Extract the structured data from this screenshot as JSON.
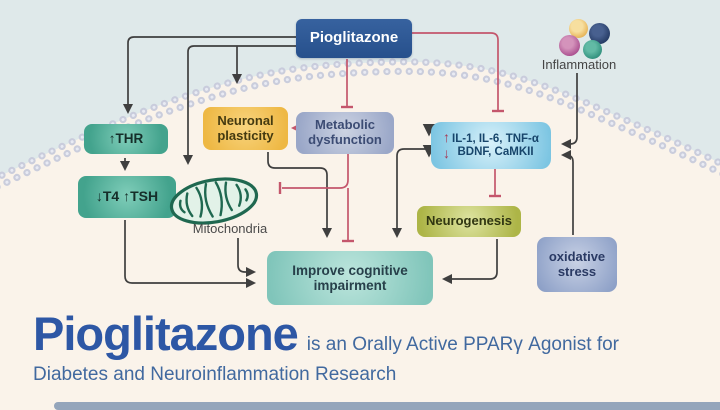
{
  "nodes": {
    "pioglitazone": {
      "label": "Pioglitazone"
    },
    "thr": {
      "label": "↑THR"
    },
    "t4_tsh": {
      "label": "↓T4 ↑TSH"
    },
    "neuronal_plasticity": {
      "line1": "Neuronal",
      "line2": "plasticity"
    },
    "metabolic_dysfunction": {
      "line1": "Metabolic",
      "line2": "dysfunction"
    },
    "cytokines": {
      "up_arrow": "↑",
      "down_arrow": "↓",
      "line1": "IL-1, IL-6, TNF-α",
      "line2": "BDNF, CaMKII"
    },
    "neurogenesis": {
      "label": "Neurogenesis"
    },
    "oxidative_stress": {
      "line1": "oxidative",
      "line2": "stress"
    },
    "improve_cognitive": {
      "line1": "Improve cognitive",
      "line2": "impairment"
    },
    "mitochondria": {
      "label": "Mitochondria"
    },
    "inflammation": {
      "label": "Inflammation"
    }
  },
  "caption": {
    "drug": "Pioglitazone",
    "tagline_inline": "is an Orally Active PPARγ Agonist for",
    "tagline_line2": "Diabetes and Neuroinflammation Research"
  },
  "colors": {
    "background_top": "#dfe9ea",
    "background_bottom": "#faf3ea",
    "membrane_bead": "#c7cadb",
    "arrow_black": "#3f3f3f",
    "arrow_red": "#c4566c",
    "title_blue": "#2d57a5",
    "node_pioglitazone": "#2b5593",
    "node_teal": "#4aa892",
    "node_amber": "#f0c052",
    "node_lavender": "#a9b3cf",
    "node_skyblue": "#8fd0e8",
    "node_olive": "#b8c05a",
    "node_slate": "#98a8cc",
    "node_aqua": "#8fccc2",
    "footer_bar": "#94a5bb"
  }
}
